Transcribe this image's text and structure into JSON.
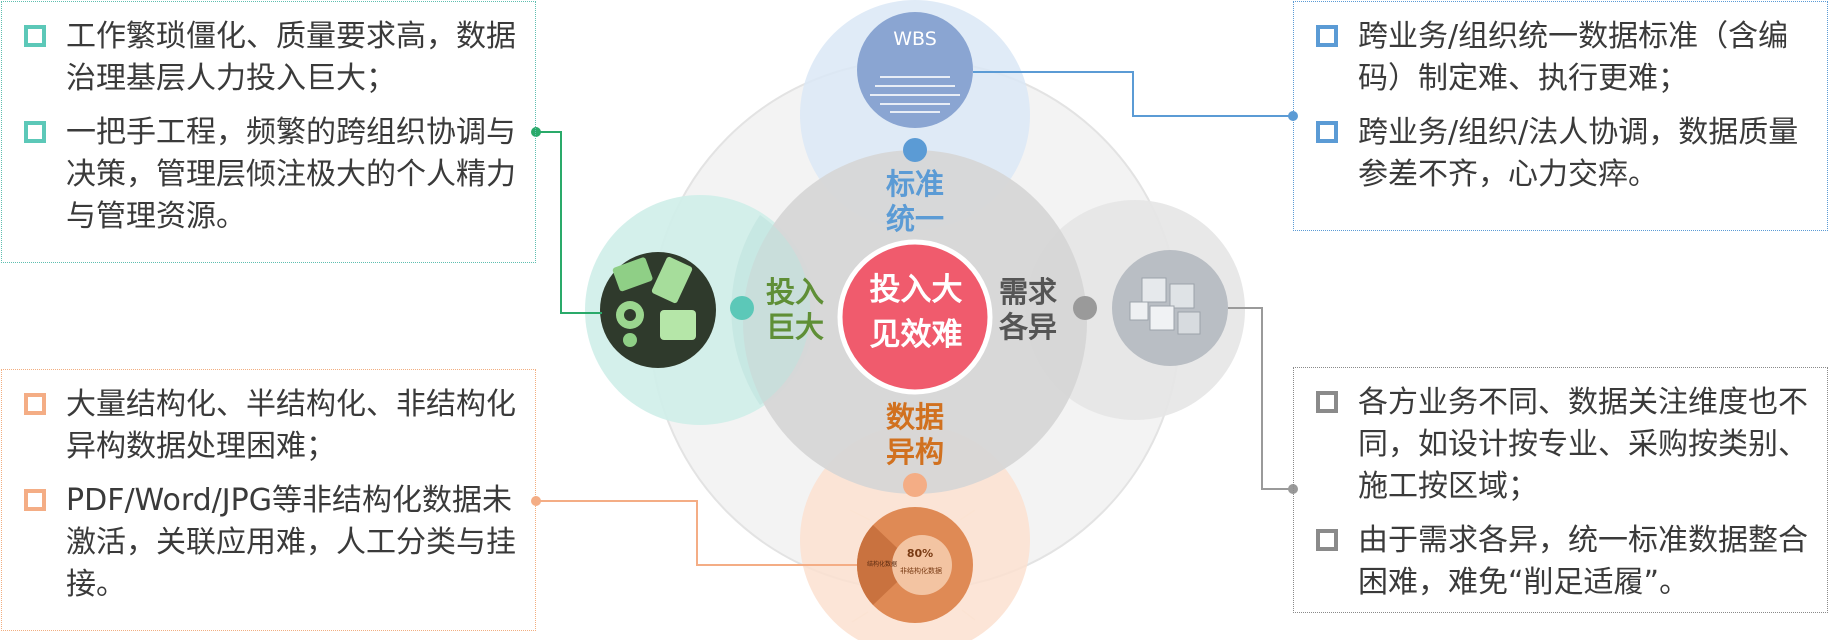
{
  "center": {
    "line1": "投入大",
    "line2": "见效难"
  },
  "nodes": {
    "top": {
      "line1": "标准",
      "line2": "统一",
      "color": "#5b9bd5",
      "image_title": "WBS"
    },
    "left": {
      "line1": "投入",
      "line2": "巨大",
      "color": "#5f8f36"
    },
    "right": {
      "line1": "需求",
      "line2": "各异",
      "color": "#555555"
    },
    "bottom": {
      "line1": "数据",
      "line2": "异构",
      "color": "#d1711f"
    }
  },
  "boxes": {
    "top_left": {
      "items": [
        "工作繁琐僵化、质量要求高，数据治理基层人力投入巨大；",
        "一把手工程，频繁的跨组织协调与决策，管理层倾注极大的个人精力与管理资源。"
      ]
    },
    "bottom_left": {
      "items": [
        "大量结构化、半结构化、非结构化异构数据处理困难；",
        "PDF/Word/JPG等非结构化数据未激活，关联应用难，人工分类与挂接。"
      ]
    },
    "top_right": {
      "items": [
        "跨业务/组织统一数据标准（含编码）制定难、执行更难；",
        "跨业务/组织/法人协调，数据质量参差不齐，心力交瘁。"
      ]
    },
    "bottom_right": {
      "items": [
        "各方业务不同、数据关注维度也不同，如设计按专业、采购按类别、施工按区域；",
        "由于需求各异，统一标准数据整合困难，难免“削足适履”。"
      ]
    }
  },
  "pie_labels": {
    "percent": "80%",
    "main": "非结构化数据",
    "side": "结构化数据"
  },
  "colors": {
    "center": "#f05b6d",
    "teal": "#5cc8b8",
    "blue": "#5b9bd5",
    "orange": "#f4ad85",
    "gray": "#9a9a9a"
  }
}
